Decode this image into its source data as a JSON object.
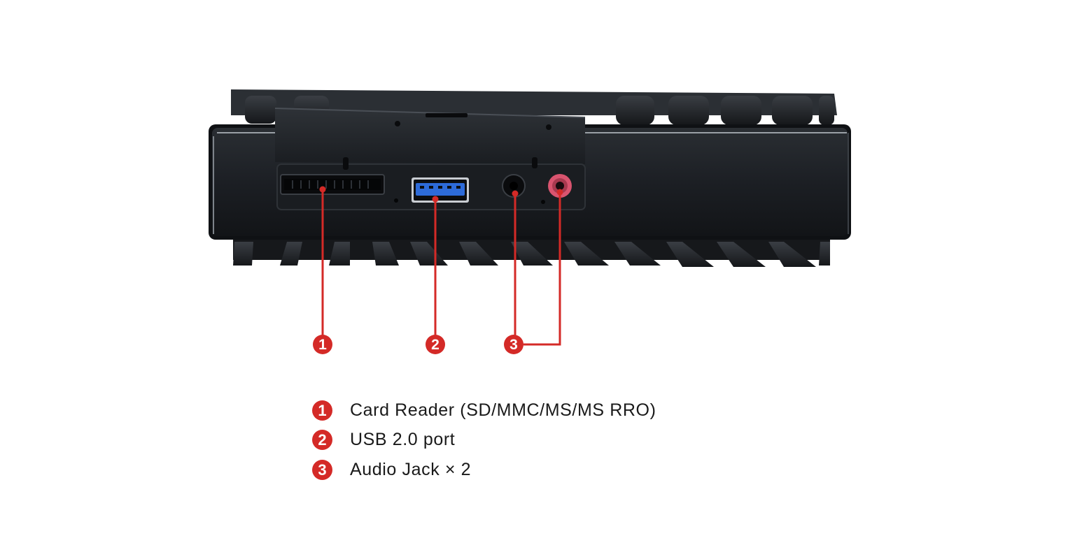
{
  "colors": {
    "callout": "#d42a27",
    "device_body": "#1c1f24",
    "device_edge": "#9aa0a6",
    "usb_blue": "#2d6bd9",
    "audio_pink": "#d9546f"
  },
  "callouts": [
    {
      "number": "1"
    },
    {
      "number": "2"
    },
    {
      "number": "3"
    }
  ],
  "legend": [
    {
      "number": "1",
      "text": "Card Reader (SD/MMC/MS/MS RRO)"
    },
    {
      "number": "2",
      "text": "USB 2.0 port"
    },
    {
      "number": "3",
      "text": "Audio Jack × 2"
    }
  ]
}
